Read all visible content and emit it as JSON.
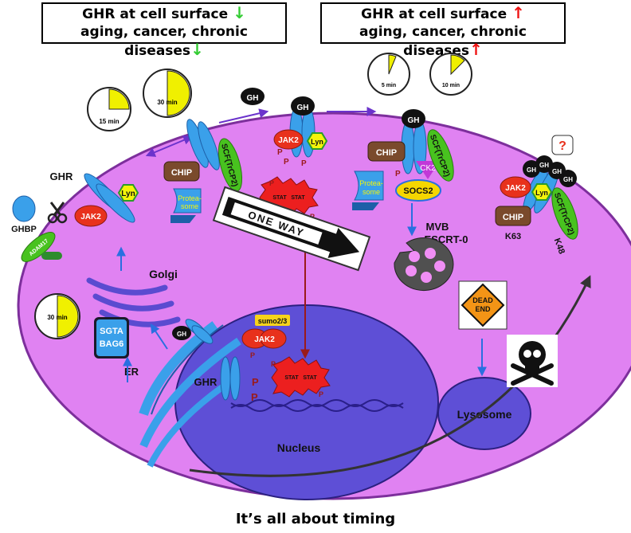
{
  "boxes": {
    "left": {
      "line1": "GHR at cell surface",
      "line2": "aging, cancer, chronic diseases",
      "arrow": "↓",
      "arrow_color": "#33cc33"
    },
    "right": {
      "line1": "GHR at cell surface",
      "line2": "aging, cancer, chronic diseases",
      "arrow": "↑",
      "arrow_color": "#ee1111"
    }
  },
  "clocks": [
    "15 min",
    "30 min",
    "5 min",
    "10 min",
    "30 min"
  ],
  "labels": {
    "gh": "GH",
    "ghr": "GHR",
    "ghbp": "GHBP",
    "adam17": "ADAM17",
    "jak2": "JAK2",
    "lyn": "Lyn",
    "chip": "CHIP",
    "scf": "SCF(TrCP2)",
    "proteasome_1": "Protea-",
    "proteasome_2": "some",
    "p": "P",
    "stat": "STAT",
    "ck2": "CK2",
    "socs2": "SOCS2",
    "mvb": "MVB",
    "escrt": "ESCRT-0",
    "one_way": "ONE WAY",
    "golgi": "Golgi",
    "sgta": "SGTA",
    "bag6": "BAG6",
    "er": "ER",
    "sumo": "sumo2/3",
    "dead_1": "DEAD",
    "dead_2": "END",
    "lysosome": "Lysosome",
    "nucleus": "Nucleus",
    "k63": "K63",
    "k48": "K48",
    "question": "?"
  },
  "caption": "It’s all about timing",
  "colors": {
    "cell": "#e082f2",
    "nucleus": "#5e4fd6",
    "lysosome": "#5e4fd6",
    "receptor": "#3aa0ea",
    "jak2": "#e8311c",
    "lyn": "#f4f40a",
    "chip": "#7a4a2c",
    "scf": "#48c21f",
    "stat": "#ec1f1f",
    "golgi": "#5a4bd0",
    "proteasome": "#3aa0ea",
    "socs2": "#f5d600",
    "ck2": "#c239d8",
    "sumo": "#f6d31a",
    "dead_end": "#f39416"
  }
}
